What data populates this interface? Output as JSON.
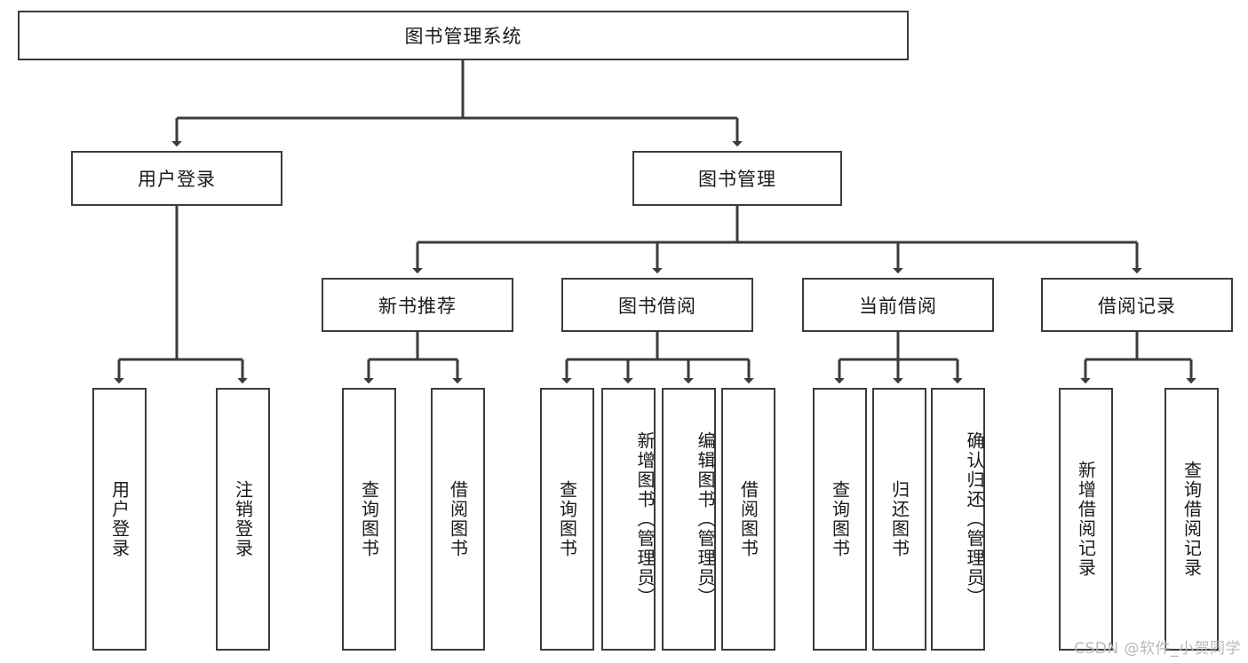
{
  "diagram": {
    "title": "图书管理系统",
    "type": "hierarchy-tree",
    "watermark": "CSDN @软件_小贺同学",
    "colors": {
      "box_border": "#3b3b3b",
      "box_fill": "#ffffff",
      "edge": "#3b3b3b",
      "text": "#1a1a1a",
      "watermark": "#b8b8b8"
    },
    "nodes": {
      "root": {
        "label": "图书管理系统"
      },
      "level2": [
        {
          "id": "user-login",
          "label": "用户登录"
        },
        {
          "id": "book-manage",
          "label": "图书管理"
        }
      ],
      "level3": [
        {
          "id": "new-book-recommend",
          "label": "新书推荐"
        },
        {
          "id": "book-borrow",
          "label": "图书借阅"
        },
        {
          "id": "current-borrow",
          "label": "当前借阅"
        },
        {
          "id": "borrow-record",
          "label": "借阅记录"
        }
      ],
      "leaves": {
        "user-login": [
          {
            "id": "leaf-user-login",
            "label": "用户登录"
          },
          {
            "id": "leaf-logout",
            "label": "注销登录"
          }
        ],
        "new-book-recommend": [
          {
            "id": "leaf-query-book-1",
            "label": "查询图书"
          },
          {
            "id": "leaf-borrow-book-1",
            "label": "借阅图书"
          }
        ],
        "book-borrow": [
          {
            "id": "leaf-query-book-2",
            "label": "查询图书"
          },
          {
            "id": "leaf-add-book",
            "label": "新增图书（管理员）"
          },
          {
            "id": "leaf-edit-book",
            "label": "编辑图书（管理员）"
          },
          {
            "id": "leaf-borrow-book-2",
            "label": "借阅图书"
          }
        ],
        "current-borrow": [
          {
            "id": "leaf-query-book-3",
            "label": "查询图书"
          },
          {
            "id": "leaf-return-book",
            "label": "归还图书"
          },
          {
            "id": "leaf-confirm-return",
            "label": "确认归还（管理员）"
          }
        ],
        "borrow-record": [
          {
            "id": "leaf-add-record",
            "label": "新增借阅记录"
          },
          {
            "id": "leaf-query-record",
            "label": "查询借阅记录"
          }
        ]
      }
    }
  }
}
